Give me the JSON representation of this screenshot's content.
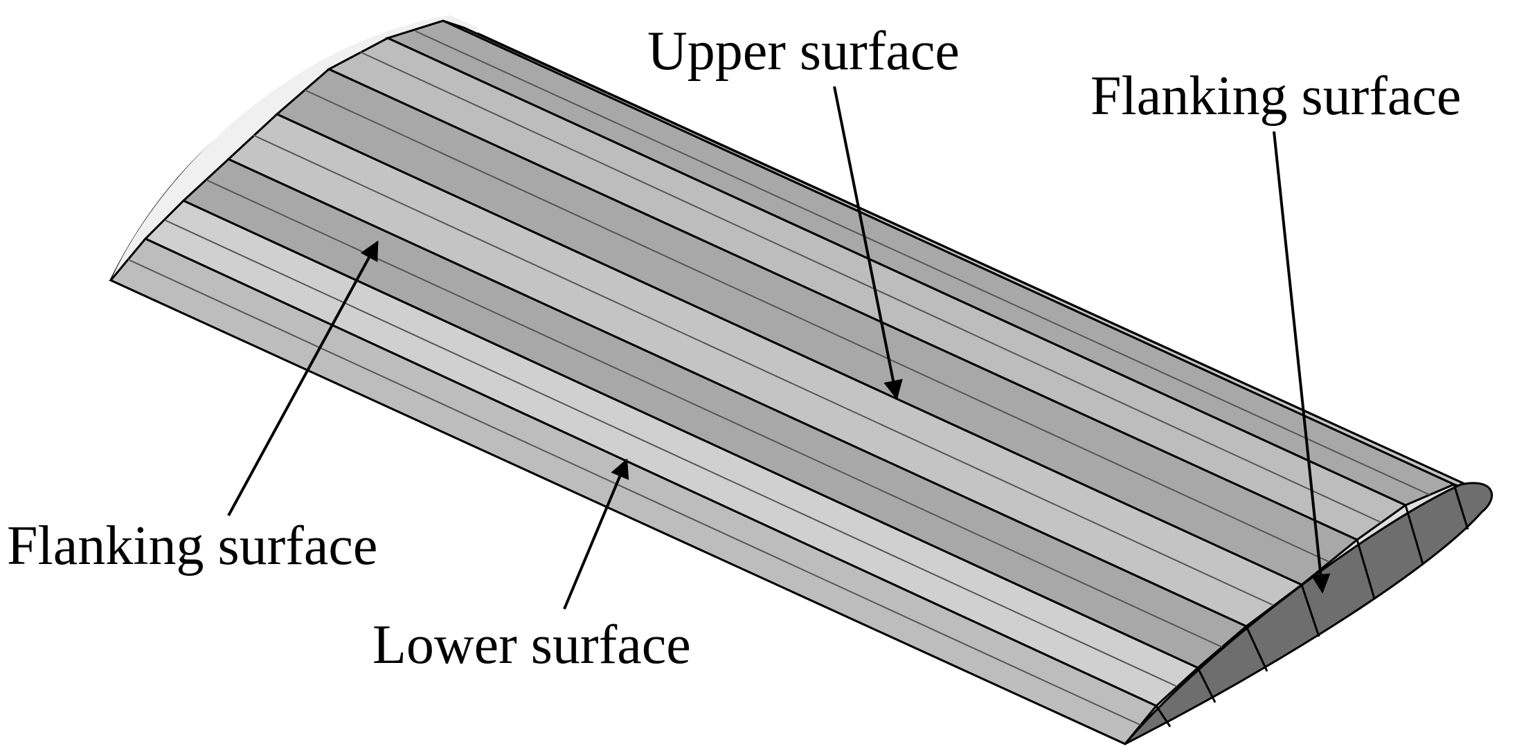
{
  "labels": {
    "upper": "Upper surface",
    "flanking_right": "Flanking surface",
    "flanking_left": "Flanking surface",
    "lower": "Lower surface"
  },
  "colors": {
    "outline": "#000000",
    "lower_surface": "#e0e0e0",
    "rib_face": "#a8a8a8",
    "rib_face_light": "#c4c4c4",
    "end_cap": "#6e6e6e",
    "left_end": "#f2f2f2"
  }
}
